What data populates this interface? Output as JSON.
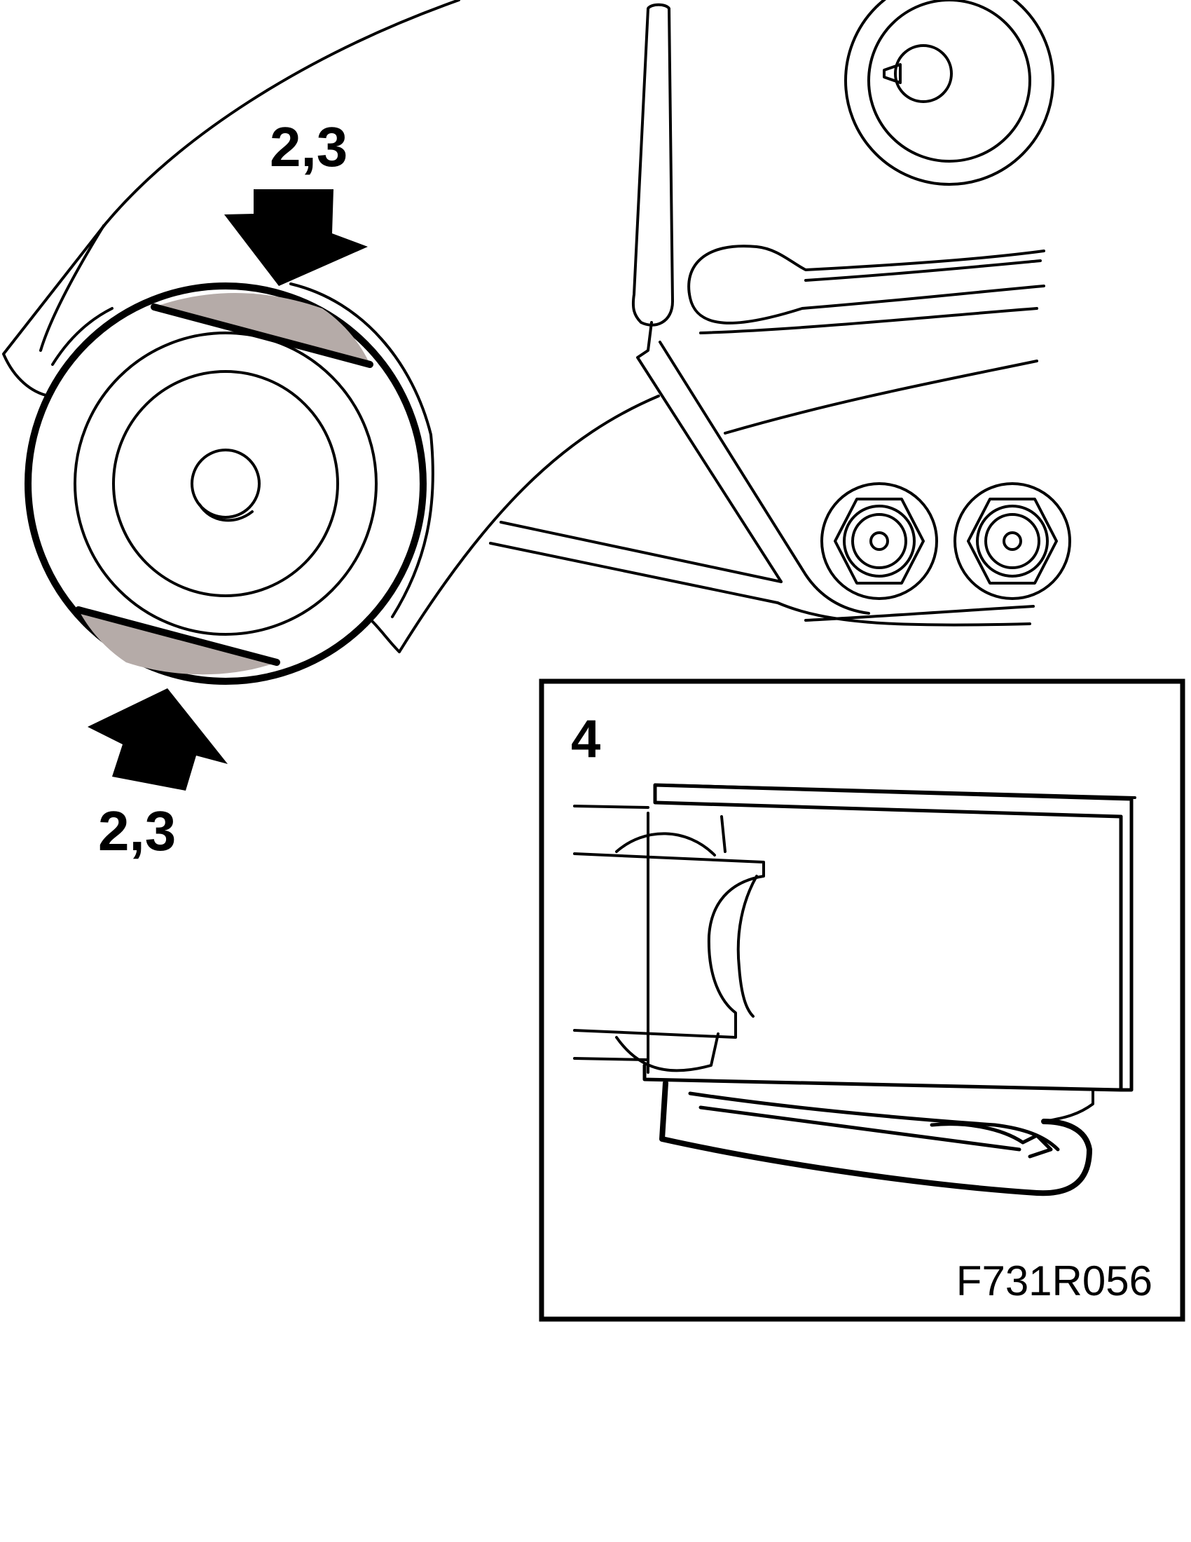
{
  "labels": {
    "callout_top": "2,3",
    "callout_bottom": "2,3",
    "inset_number": "4",
    "figure_code": "F731R056"
  },
  "colors": {
    "line": "#000000",
    "shim_fill": "#b5aba8",
    "background": "#ffffff"
  }
}
